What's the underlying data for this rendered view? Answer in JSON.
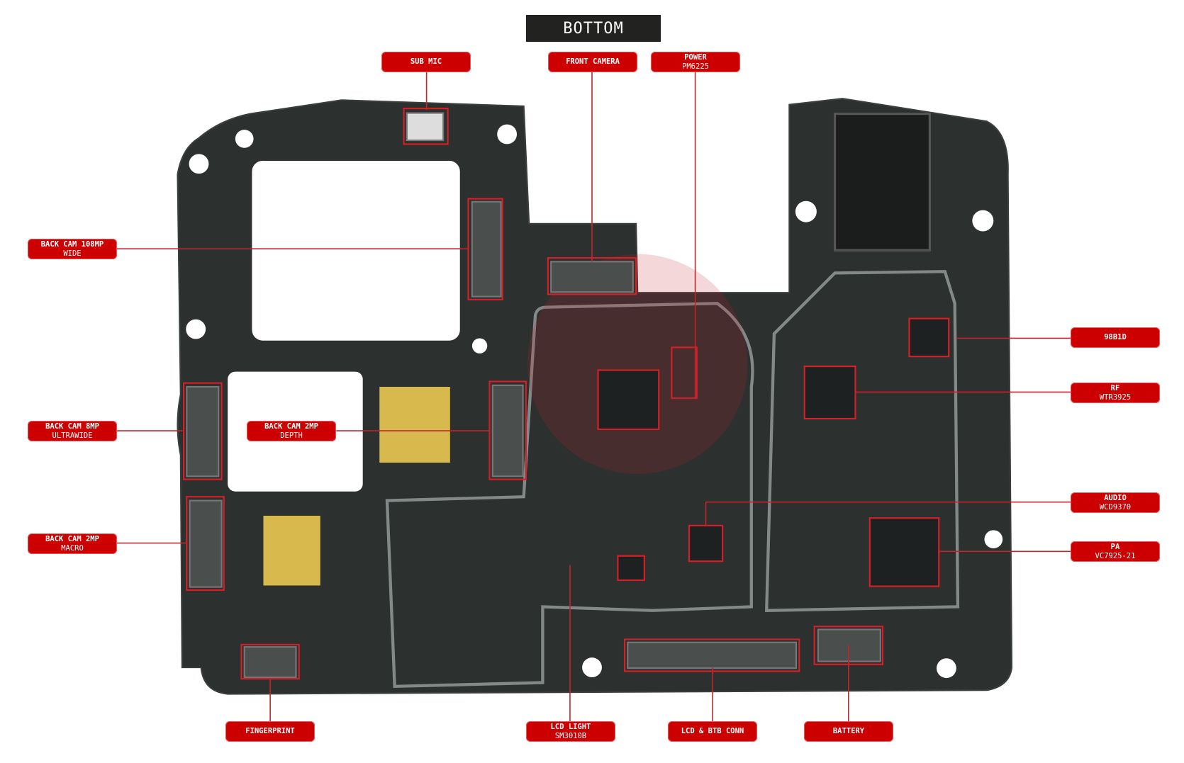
{
  "title": "BOTTOM",
  "colors": {
    "label_bg": "#cc0000",
    "title_bg": "#222220",
    "board": "#2c302f",
    "leader": "#c0262b"
  },
  "labels": {
    "sub_mic": {
      "line1": "SUB MIC"
    },
    "front_camera": {
      "line1": "FRONT CAMERA"
    },
    "power": {
      "line1": "POWER",
      "line2": "PM6225"
    },
    "back_cam_108": {
      "line1": "BACK CAM 108MP",
      "line2": "WIDE"
    },
    "back_cam_8": {
      "line1": "BACK CAM 8MP",
      "line2": "ULTRAWIDE"
    },
    "back_cam_depth": {
      "line1": "BACK CAM 2MP",
      "line2": "DEPTH"
    },
    "back_cam_macro": {
      "line1": "BACK CAM 2MP",
      "line2": "MACRO"
    },
    "ic_98b1d": {
      "line1": "98B1D"
    },
    "rf": {
      "line1": "RF",
      "line2": "WTR3925"
    },
    "audio": {
      "line1": "AUDIO",
      "line2": "WCD9370"
    },
    "pa": {
      "line1": "PA",
      "line2": "VC7925-21"
    },
    "fingerprint": {
      "line1": "FINGERPRINT"
    },
    "lcd_light": {
      "line1": "LCD LIGHT",
      "line2": "SM3010B"
    },
    "lcd_btb": {
      "line1": "LCD & BTB CONN"
    },
    "battery": {
      "line1": "BATTERY"
    }
  }
}
